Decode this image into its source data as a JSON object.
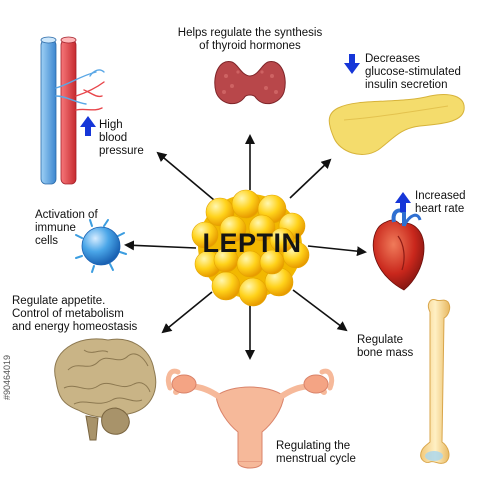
{
  "center_label": "LEPTIN",
  "stock_id": "#90464019",
  "colors": {
    "arrow": "#111111",
    "indicator": "#1636d8",
    "fat_cell": "#ffd21a",
    "vessel_red": "#e8454a",
    "vessel_blue": "#5aa7e6",
    "thyroid": "#b8474a",
    "pancreas": "#f4dc6c",
    "heart": "#c9271c",
    "immune_cell": "#3b9de0",
    "brain": "#c9b486",
    "uterus": "#f6b99a",
    "bone": "#f7dc9a"
  },
  "effects": {
    "thyroid": {
      "lines": [
        "Helps regulate the synthesis",
        "of thyroid hormones"
      ],
      "icon": "thyroid-gland-icon"
    },
    "insulin": {
      "lines": [
        "Decreases",
        "glucose-stimulated",
        "insulin secretion"
      ],
      "indicator": "down",
      "icon": "pancreas-icon"
    },
    "heart_rate": {
      "lines": [
        "Increased",
        "heart rate"
      ],
      "indicator": "up",
      "icon": "heart-icon"
    },
    "bone": {
      "lines": [
        "Regulate",
        "bone mass"
      ],
      "icon": "bone-icon"
    },
    "menstrual": {
      "lines": [
        "Regulating the",
        "menstrual cycle"
      ],
      "icon": "uterus-icon"
    },
    "appetite": {
      "lines": [
        "Regulate appetite.",
        "Control of metabolism",
        "and energy homeostasis"
      ],
      "icon": "brain-icon"
    },
    "immune": {
      "lines": [
        "Activation of",
        "immune",
        "cells"
      ],
      "icon": "immune-cell-icon"
    },
    "blood_pressure": {
      "lines": [
        "High",
        "blood",
        "pressure"
      ],
      "indicator": "up",
      "icon": "blood-vessels-icon"
    }
  }
}
